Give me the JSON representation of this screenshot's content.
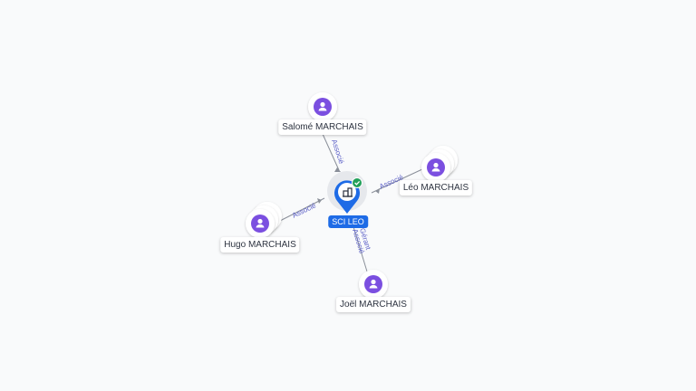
{
  "company": {
    "name": "SCI LEO",
    "brand_color": "#1e6be6",
    "status_color": "#22a05a",
    "icon": "building-icon",
    "status_icon": "check-icon"
  },
  "people": [
    {
      "id": "salome",
      "name": "Salomé MARCHAIS",
      "stacked": false,
      "edge": {
        "labels": [
          "Associé"
        ]
      }
    },
    {
      "id": "leo",
      "name": "Léo MARCHAIS",
      "stacked": true,
      "edge": {
        "labels": [
          "Associé"
        ]
      }
    },
    {
      "id": "hugo",
      "name": "Hugo MARCHAIS",
      "stacked": true,
      "edge": {
        "labels": [
          "Associé"
        ]
      }
    },
    {
      "id": "joel",
      "name": "Joël MARCHAIS",
      "stacked": false,
      "edge": {
        "labels": [
          "Gérant",
          "Associé"
        ]
      }
    }
  ],
  "person_color": "#7b4fe0",
  "person_icon": "person-icon"
}
